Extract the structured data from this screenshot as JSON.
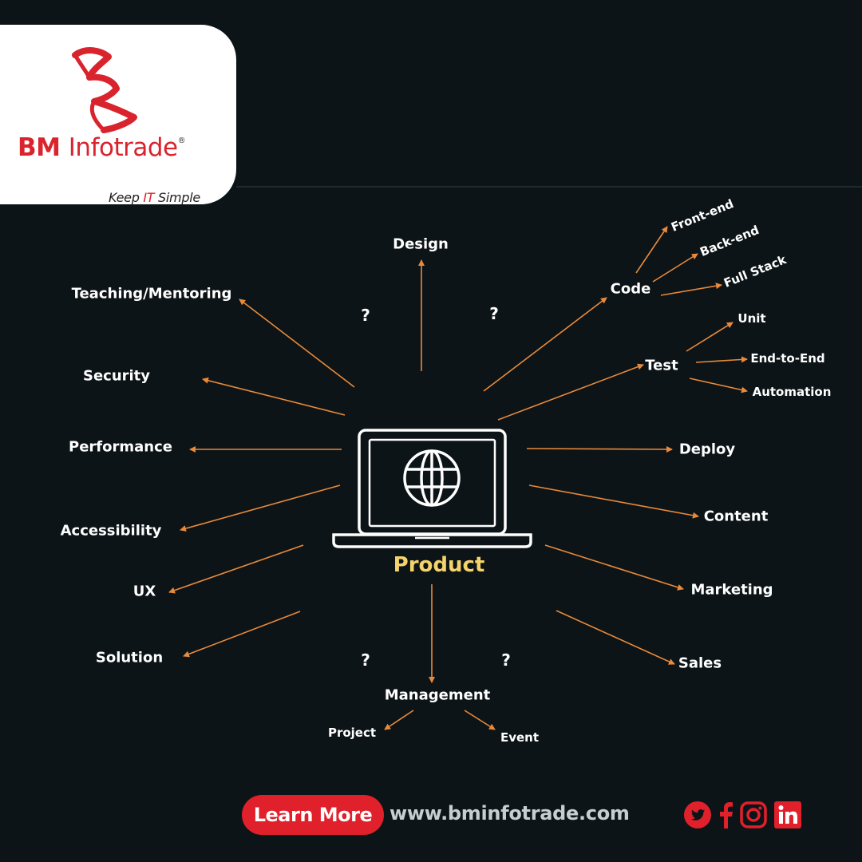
{
  "brand": {
    "name_bold": "BM",
    "name_light": "Infotrade",
    "registered_mark": "®",
    "tagline_pre": "Keep ",
    "tagline_it": "IT",
    "tagline_post": " Simple",
    "accent_color": "#d9232d"
  },
  "diagram": {
    "center": "Product",
    "question_mark": "?",
    "nodes": {
      "design": "Design",
      "teaching": "Teaching/Mentoring",
      "security": "Security",
      "performance": "Performance",
      "accessibility": "Accessibility",
      "ux": "UX",
      "solution": "Solution",
      "code": "Code",
      "front_end": "Front-end",
      "back_end": "Back-end",
      "full_stack": "Full Stack",
      "test": "Test",
      "unit": "Unit",
      "end_to_end": "End-to-End",
      "automation": "Automation",
      "deploy": "Deploy",
      "content": "Content",
      "marketing": "Marketing",
      "sales": "Sales",
      "management": "Management",
      "project": "Project",
      "event": "Event"
    },
    "arrow_color": "#e98a3a",
    "center_color": "#f5d36b"
  },
  "footer": {
    "button_label": "Learn More",
    "url": "www.bminfotrade.com",
    "button_color": "#e0202b",
    "social_icons": [
      "twitter-icon",
      "facebook-icon",
      "instagram-icon",
      "linkedin-icon"
    ]
  }
}
